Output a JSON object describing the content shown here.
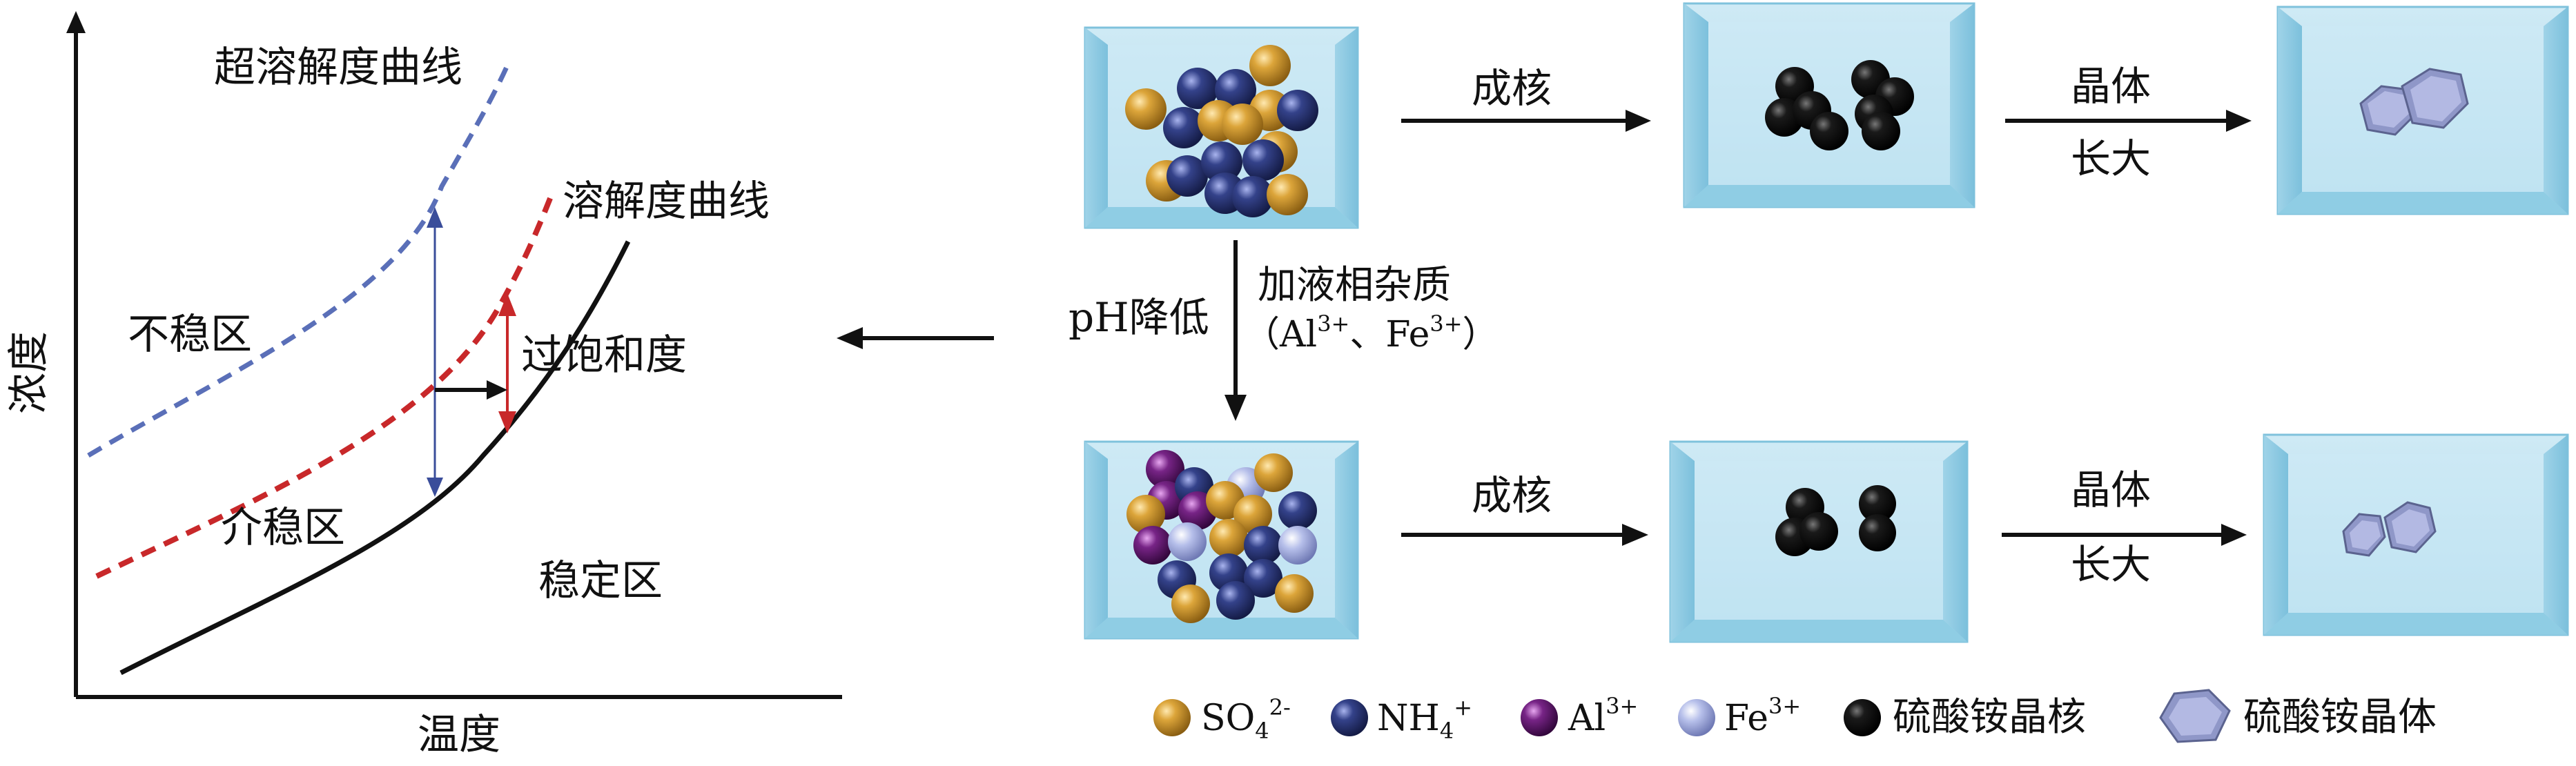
{
  "graph": {
    "y_axis_label": "浓度",
    "x_axis_label": "温度",
    "supersolubility_curve_label": "超溶解度曲线",
    "solubility_curve_label": "溶解度曲线",
    "unstable_zone_label": "不稳区",
    "metastable_zone_label": "介稳区",
    "stable_zone_label": "稳定区",
    "supersaturation_label": "过饱和度"
  },
  "center": {
    "ph_label": "pH降低",
    "impurity_line1": "加液相杂质",
    "impurity_line2_open": "（Al",
    "impurity_line2_al_sup": "3+",
    "impurity_line2_sep": "、Fe",
    "impurity_line2_fe_sup": "3+",
    "impurity_line2_close": "）"
  },
  "process": {
    "nucleation_label": "成核",
    "growth_line1": "晶体",
    "growth_line2": "长大"
  },
  "legend": {
    "so4_base": "SO",
    "so4_sub": "4",
    "so4_sup": "2-",
    "nh4_base": "NH",
    "nh4_sub": "4",
    "nh4_sup": "+",
    "al_base": "Al",
    "al_sup": "3+",
    "fe_base": "Fe",
    "fe_sup": "3+",
    "nucleus_label": "硫酸铵晶核",
    "crystal_label": "硫酸铵晶体"
  },
  "colors": {
    "so4": "#c9922a",
    "nh4": "#2e3a78",
    "al": "#6a1f78",
    "fe": "#aab3e0",
    "nucleus": "#111111",
    "supersolubility_curve": "#5a6fb8",
    "solubility_curve": "#c8282a",
    "tank_water": "#bfe4f2",
    "crystal": "#8f97c8"
  }
}
